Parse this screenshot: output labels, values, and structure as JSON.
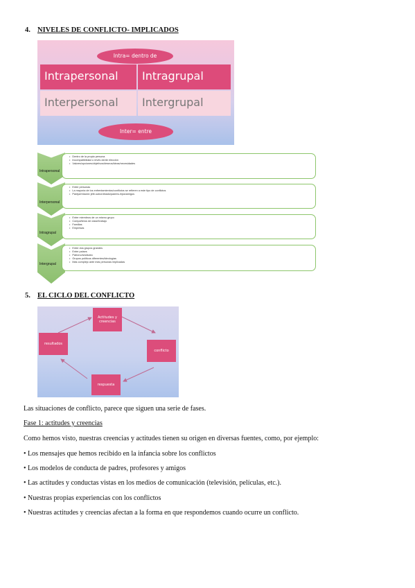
{
  "section4": {
    "number": "4.",
    "title": "NIVELES DE CONFLICTO- IMPLICADOS"
  },
  "image1": {
    "top_pill": "Intra= dentro de",
    "cells": [
      "Intrapersonal",
      "Intragrupal",
      "Interpersonal",
      "Intergrupal"
    ],
    "bottom_pill": "Inter= entre"
  },
  "levels": [
    {
      "label": "Intrapersonal",
      "items": [
        "Dentro de la propia persona",
        "Incompatibilidad o revés de/de elección",
        "Valores/opciones/objetivos/deseos/ideas/necesidades"
      ]
    },
    {
      "label": "Interpersonal",
      "items": [
        "Entre personas",
        "La mayoría de los enfrentamientos/conflictos se refieren a este tipo de conflictos",
        "Pareja/relación jefe-subordinado/padres-hijos/amigos"
      ]
    },
    {
      "label": "Intragrupal",
      "items": [
        "Entre miembros de un mismo grupo",
        "Compañeros de clase/trabajo",
        "Familias",
        "Empresas"
      ]
    },
    {
      "label": "Intergrupal",
      "items": [
        "Entre dos grupos grandes",
        "Entre países",
        "Patrono/sindicato",
        "Grupos políticos diferentes/ideologías",
        "Más complejo ante más personas implicadas"
      ]
    }
  ],
  "section5": {
    "number": "5.",
    "title": "EL CICLO DEL CONFLICTO"
  },
  "cycle": {
    "top": "Actitudes y creencias",
    "right": "conflicto",
    "bottom": "respuesta",
    "left": "resultados"
  },
  "text": {
    "intro": "Las situaciones de conflicto, parece que siguen una serie de fases.",
    "phase1": "Fase 1: actitudes y creencias",
    "lead": "Como hemos visto, nuestras creencias y actitudes tienen su origen en diversas fuentes, como, por ejemplo:",
    "bullets": [
      "• Los mensajes que hemos recibido en la infancia sobre los conflictos",
      "• Los modelos de conducta de padres, profesores y amigos",
      "• Las actitudes y conductas vistas en los medios de comunicación (televisión, películas, etc.).",
      "• Nuestras propias experiencias con los conflictos",
      "• Nuestras actitudes y creencias afectan a la forma en que respondemos cuando ocurre un conflicto."
    ]
  }
}
